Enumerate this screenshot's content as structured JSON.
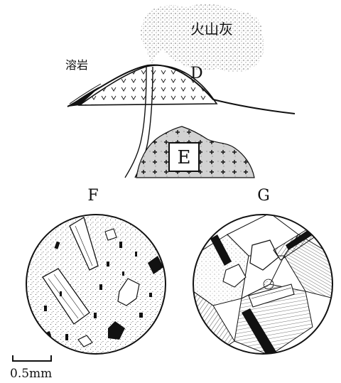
{
  "labels": {
    "ash": "火山灰",
    "lava": "溶岩",
    "volcano": "D",
    "pluton": "E",
    "fine_rock": "F",
    "coarse_rock": "G",
    "scale": "0.5mm"
  },
  "colors": {
    "ink": "#111111",
    "ash_speckle": "#9a9a9a",
    "pluton_fill": "#cfcfcf",
    "background": "#ffffff"
  }
}
